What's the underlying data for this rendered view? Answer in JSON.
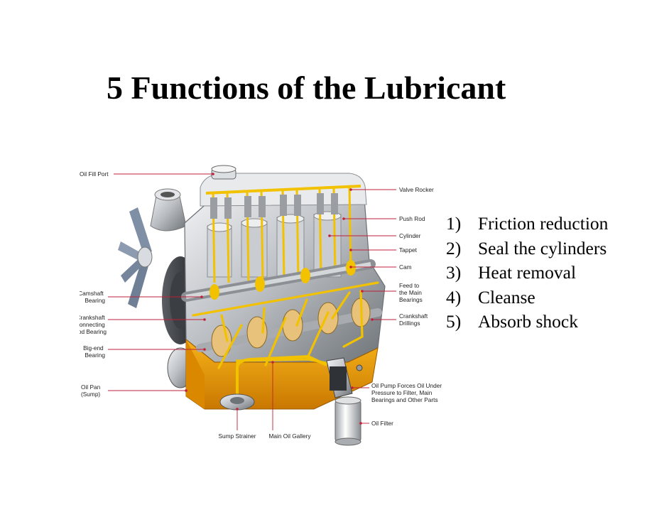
{
  "title": "5 Functions of the Lubricant",
  "functions": [
    {
      "num": "1)",
      "text": "Friction reduction"
    },
    {
      "num": "2)",
      "text": "Seal the cylinders"
    },
    {
      "num": "3)",
      "text": "Heat removal"
    },
    {
      "num": "4)",
      "text": "Cleanse"
    },
    {
      "num": "5)",
      "text": "Absorb shock"
    }
  ],
  "diagram": {
    "labels": {
      "oil_fill_port": "Oil Fill Port",
      "valve_rocker": "Valve Rocker",
      "push_rod": "Push Rod",
      "cylinder": "Cylinder",
      "tappet": "Tappet",
      "cam": "Cam",
      "feed_to_main_bearings": [
        "Feed to",
        "the Main",
        "Bearings"
      ],
      "crankshaft_drillings": [
        "Crankshaft",
        "Drillings"
      ],
      "camshaft_bearing": [
        "Camshaft",
        "Bearing"
      ],
      "crankshaft_connecting_rod_bearing": [
        "Crankshaft",
        "Connecting",
        "Rod Bearing"
      ],
      "big_end_bearing": [
        "Big-end",
        "Bearing"
      ],
      "oil_pan": [
        "Oil Pan",
        "(Sump)"
      ],
      "oil_pump": [
        "Oil Pump Forces Oil Under",
        "Pressure to Filter, Main",
        "Bearings and Other Parts"
      ],
      "oil_filter": "Oil Filter",
      "sump_strainer": "Sump Strainer",
      "main_oil_gallery": "Main Oil Gallery"
    },
    "colors": {
      "oil": "#f2c200",
      "sump": "#f0a000",
      "metal": "#c9ccd0",
      "leader": "#c0203a"
    }
  }
}
